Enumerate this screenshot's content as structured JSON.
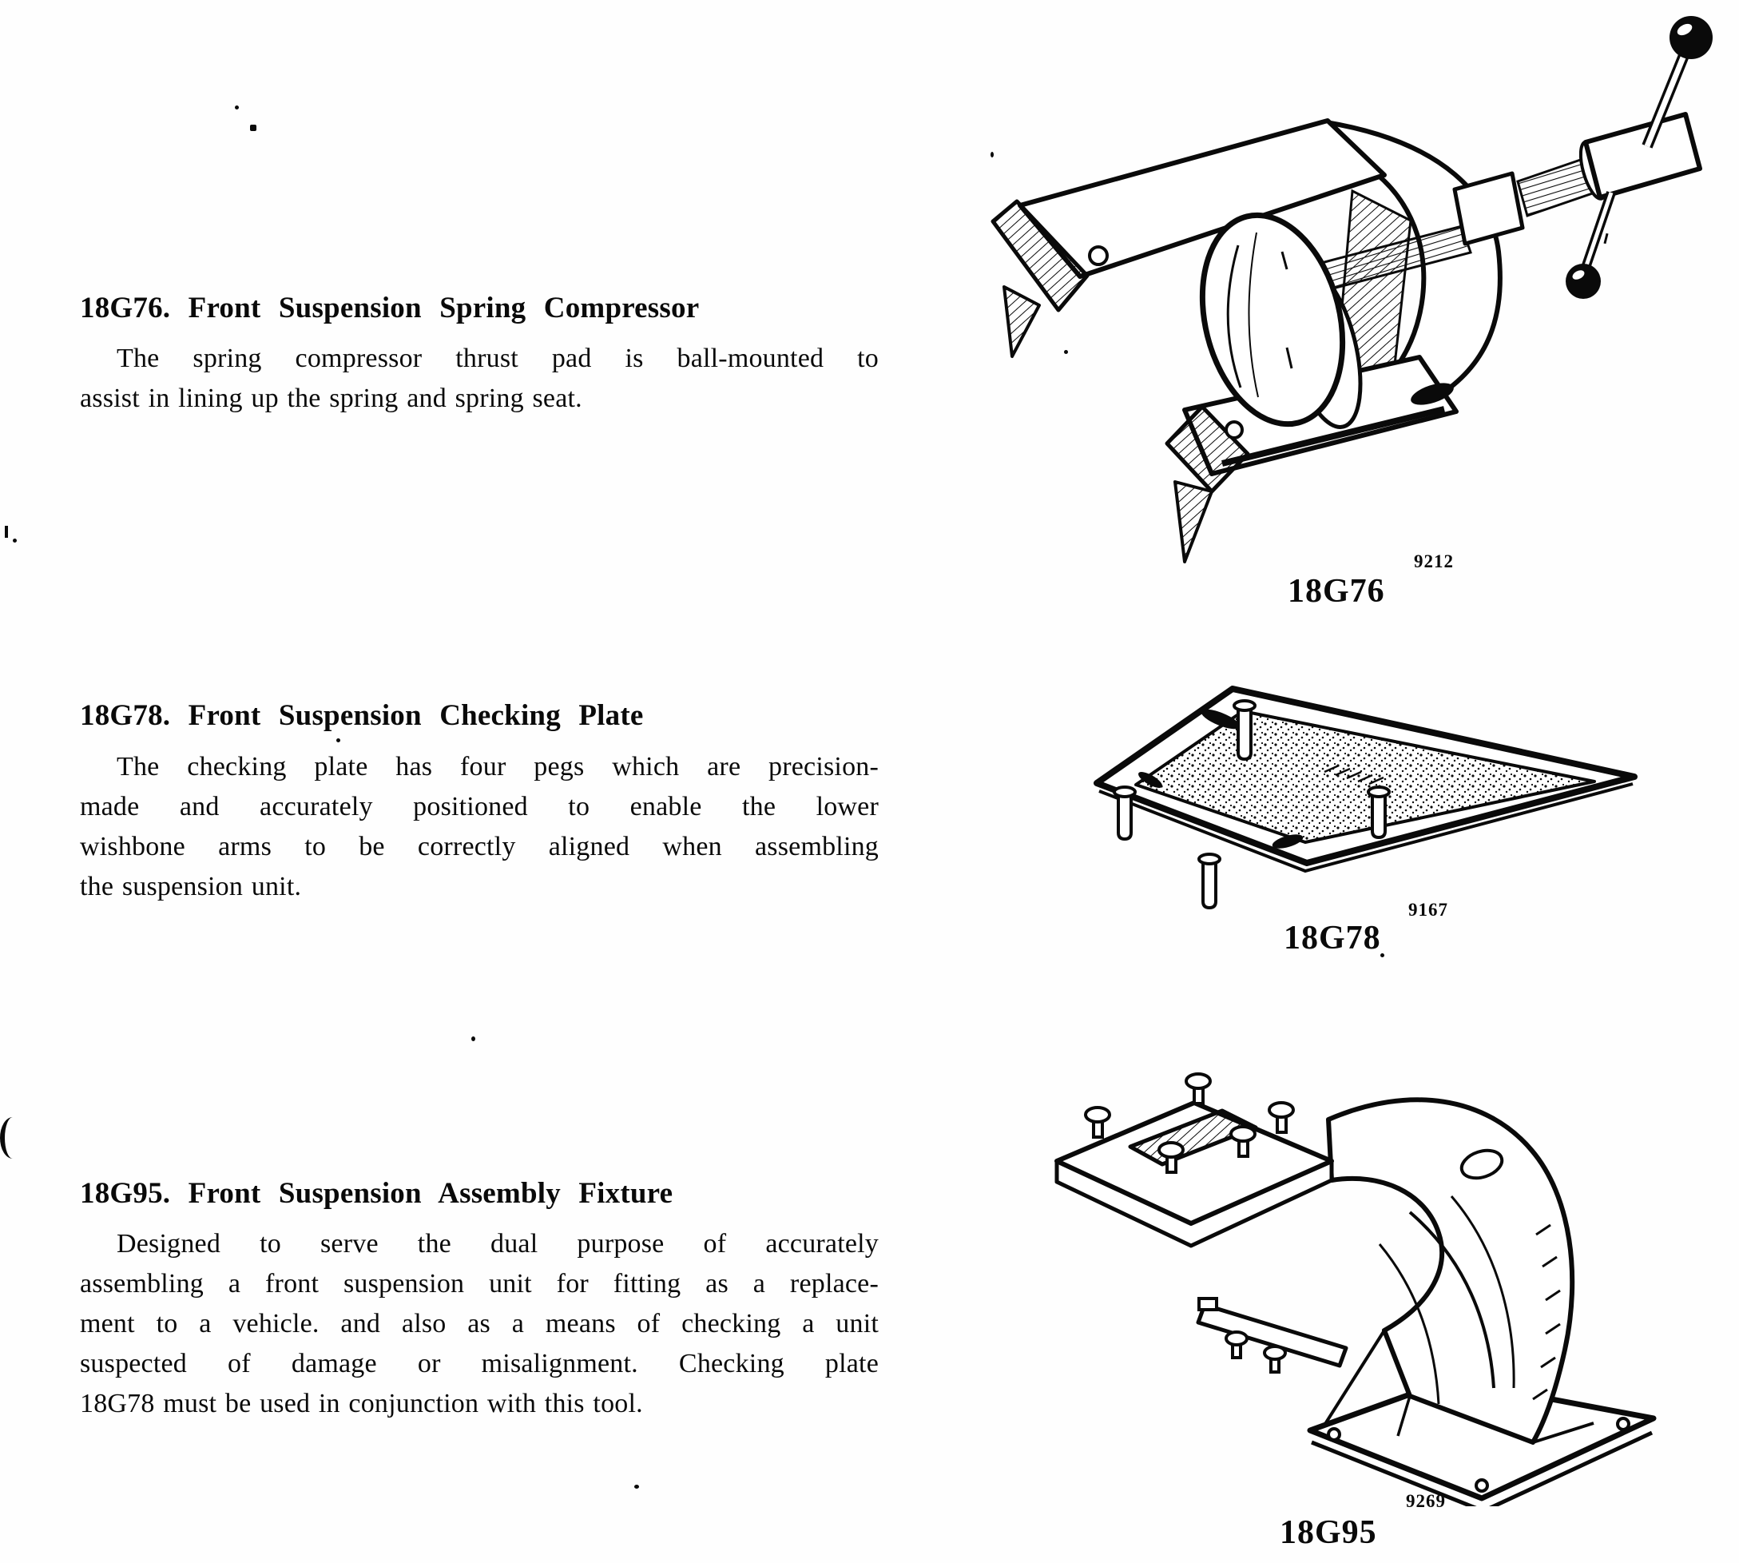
{
  "page": {
    "background": "#fefefe",
    "ink": "#0a0a0a",
    "kind": "service-manual-tools-page"
  },
  "sections": [
    {
      "tool_id": "18G76",
      "heading": "18G76.  Front Suspension Spring Compressor",
      "body_lines": [
        "The spring compressor thrust pad is ball-mounted to",
        "assist in lining up the spring and spring seat."
      ]
    },
    {
      "tool_id": "18G78",
      "heading": "18G78.  Front Suspension Checking Plate",
      "body_lines": [
        "The checking plate has four pegs which are precision-",
        "made and accurately positioned to enable the lower",
        "wishbone arms to be correctly aligned when assembling",
        "the suspension unit."
      ]
    },
    {
      "tool_id": "18G95",
      "heading": "18G95.  Front Suspension Assembly Fixture",
      "body_lines": [
        "Designed to serve the dual purpose of accurately",
        "assembling a front suspension unit for fitting as a replace-",
        "ment to a vehicle. and also as a means of checking a unit",
        "suspected of damage or misalignment. Checking plate",
        "18G78 must be used in conjunction with this tool."
      ]
    }
  ],
  "figures": [
    {
      "tool_id": "18G76",
      "figure_number": "9212"
    },
    {
      "tool_id": "18G78",
      "figure_number": "9167"
    },
    {
      "tool_id": "18G95",
      "figure_number": "9269"
    }
  ]
}
